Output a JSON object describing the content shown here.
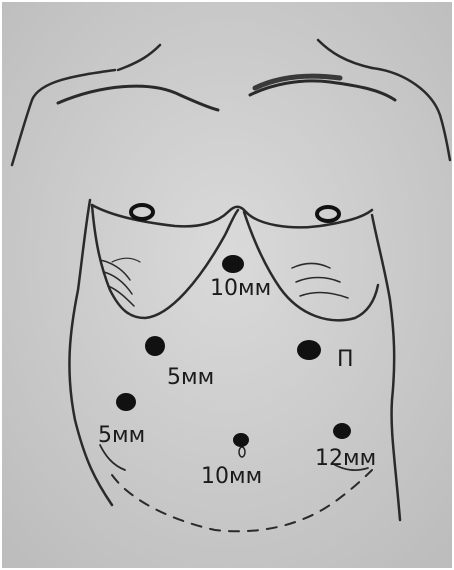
{
  "colors": {
    "paper": "#c9c9c9",
    "paper_light": "#d8d8d8",
    "line": "#2a2a2a",
    "port": "#111111",
    "label": "#1b1b1b"
  },
  "ports": [
    {
      "id": "epigastric",
      "label": "10мм"
    },
    {
      "id": "left-upper",
      "label": "5мм"
    },
    {
      "id": "right-upper",
      "label": "П"
    },
    {
      "id": "left-lower",
      "label": "5мм"
    },
    {
      "id": "umbilical",
      "label": "10мм"
    },
    {
      "id": "right-lower",
      "label": "12мм"
    }
  ]
}
